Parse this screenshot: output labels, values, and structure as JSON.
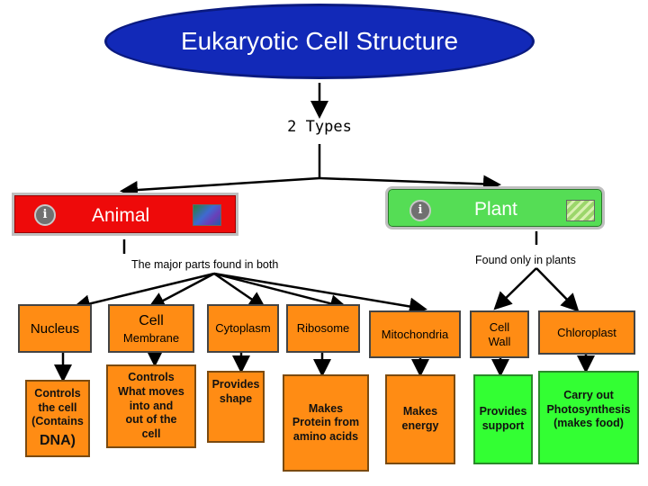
{
  "title": "Eukaryotic Cell Structure",
  "types_label": "2  Types",
  "animal": {
    "label": "Animal"
  },
  "plant": {
    "label": "Plant"
  },
  "both_caption": "The major parts found in both",
  "plants_only_caption": "Found only in plants",
  "parts": {
    "nucleus": {
      "label": "Nucleus",
      "desc_lines": [
        "Controls",
        "the cell",
        "(Contains"
      ],
      "desc_emph": "DNA)"
    },
    "cell_membrane": {
      "label_top": "Cell",
      "label_bottom": "Membrane",
      "desc": [
        "Controls",
        "What moves",
        "into and",
        "out of the",
        "cell"
      ]
    },
    "cytoplasm": {
      "label": "Cytoplasm",
      "desc": [
        "Provides",
        "shape"
      ]
    },
    "ribosome": {
      "label": "Ribosome",
      "desc": [
        "Makes",
        "Protein from",
        "amino acids"
      ]
    },
    "mitochondria": {
      "label": "Mitochondria",
      "desc": [
        "Makes",
        "energy"
      ]
    },
    "cell_wall": {
      "label": [
        "Cell",
        "Wall"
      ],
      "desc": [
        "Provides",
        "support"
      ]
    },
    "chloroplast": {
      "label": "Chloroplast",
      "desc": [
        "Carry out",
        "Photosynthesis",
        "(makes food)"
      ]
    }
  },
  "icons": {
    "info": "info-icon",
    "animal_thumb": "animal-cell-thumbnail",
    "plant_thumb": "plant-cell-thumbnail"
  },
  "colors": {
    "title_bg": "#1229b8",
    "animal_bg": "#ee0a0a",
    "plant_bg": "#55dd55",
    "part_box": "#ff8c14",
    "plant_part_box": "#33ff33"
  }
}
